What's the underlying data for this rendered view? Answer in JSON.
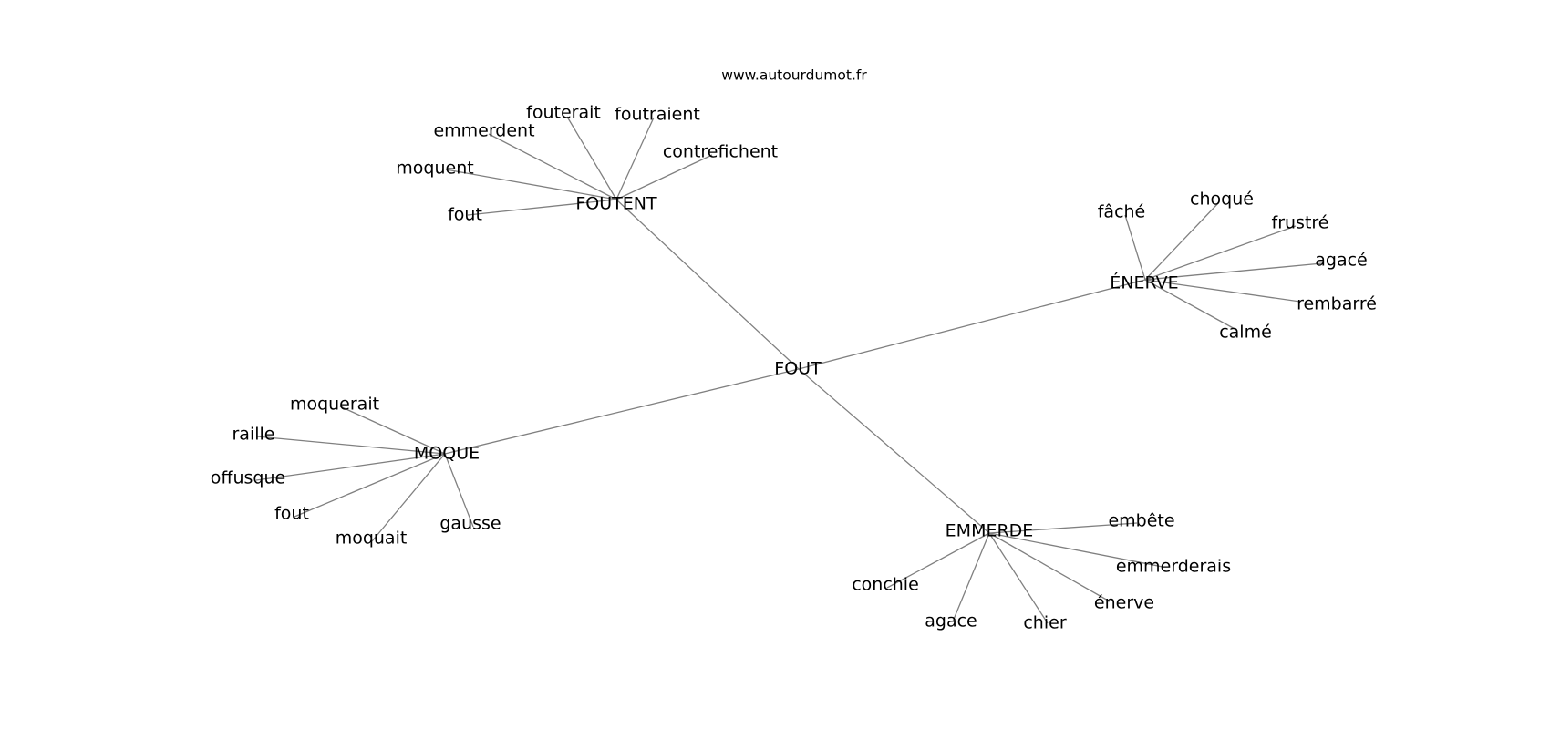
{
  "source": "www.autourdumot.fr",
  "center": "FOUT",
  "clusters": [
    {
      "word": "FOUTENT",
      "leaves": [
        "fout",
        "moquent",
        "emmerdent",
        "fouterait",
        "foutraient",
        "contrefichent"
      ]
    },
    {
      "word": "ÉNERVE",
      "leaves": [
        "fâché",
        "choqué",
        "frustré",
        "agacé",
        "rembarré",
        "calmé"
      ]
    },
    {
      "word": "MOQUE",
      "leaves": [
        "moquerait",
        "raille",
        "offusque",
        "fout",
        "moquait",
        "gausse"
      ]
    },
    {
      "word": "EMMERDE",
      "leaves": [
        "embête",
        "emmerderais",
        "énerve",
        "chier",
        "agace",
        "conchie"
      ]
    }
  ],
  "colors": {
    "edge": "#808080",
    "text": "#000000",
    "background": "#ffffff"
  }
}
